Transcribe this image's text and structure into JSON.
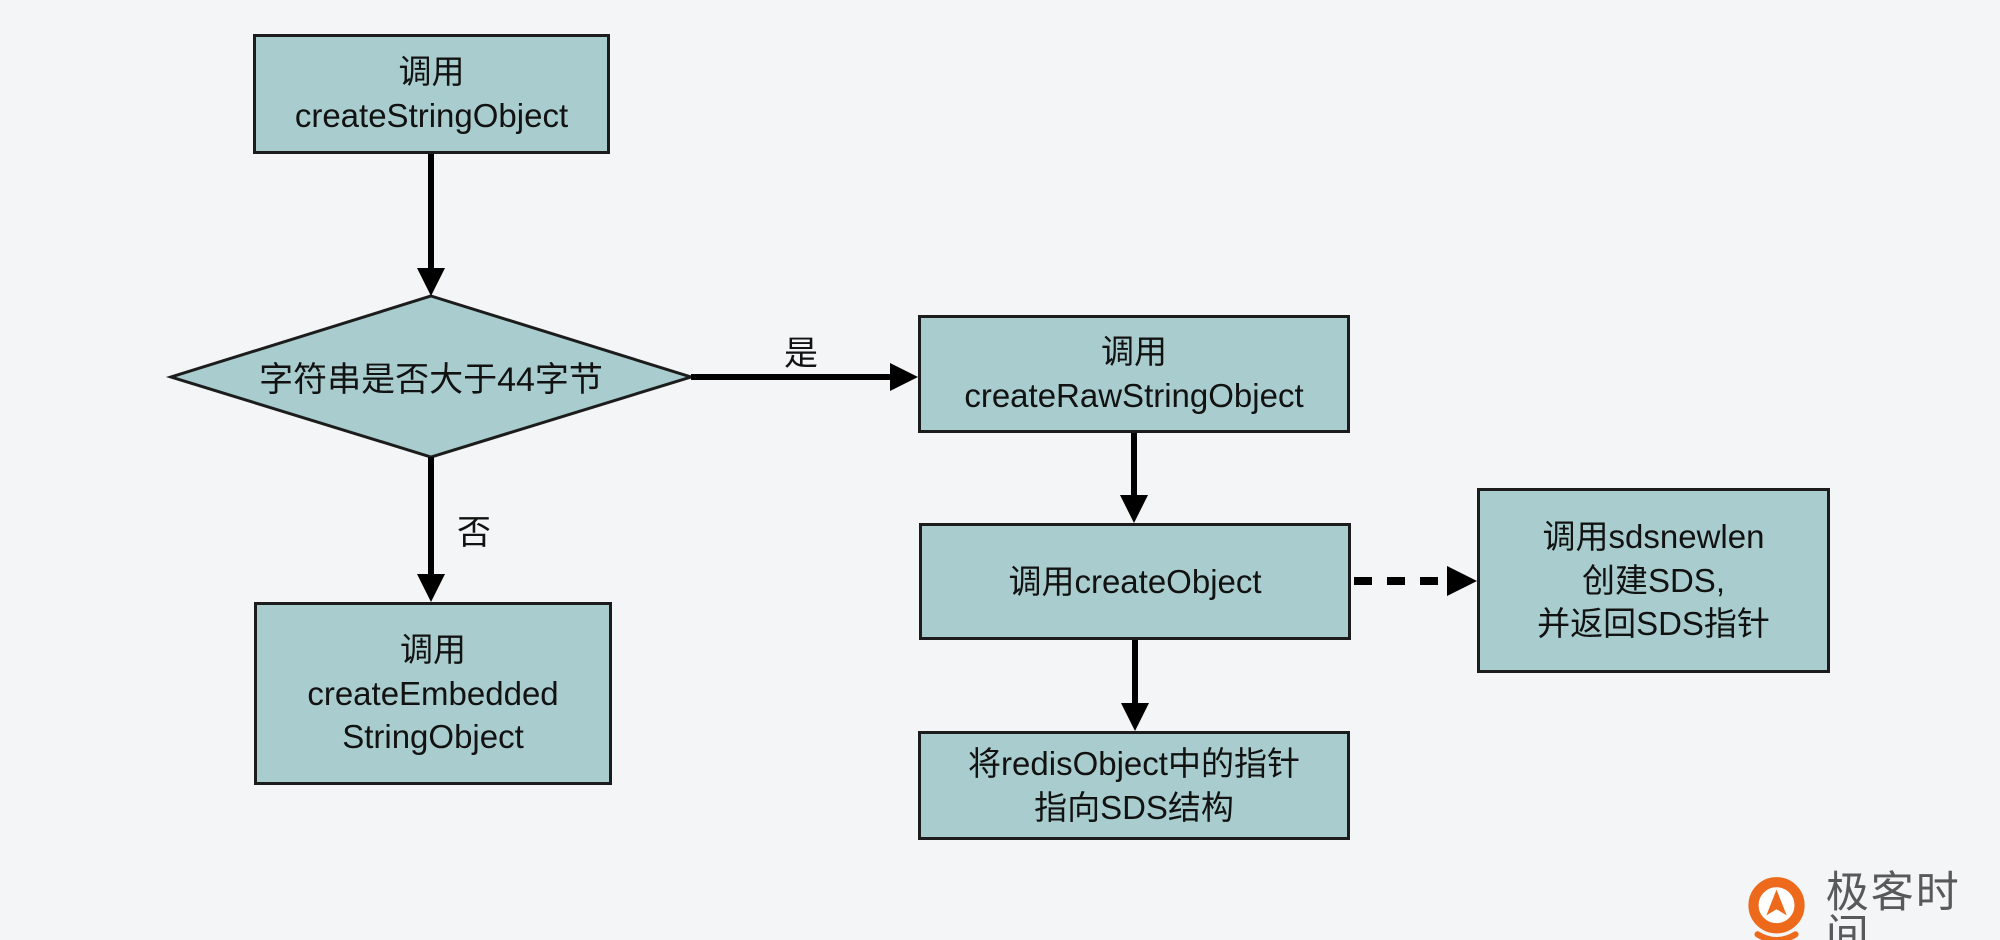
{
  "page": {
    "background_color": "#f3f5f6"
  },
  "flowchart": {
    "node_fill_color": "#a9cdce",
    "node_border_color": "#1c1c1c",
    "connector_color": "#000000",
    "nodes": {
      "create_string": {
        "label": "调用\ncreateStringObject"
      },
      "length_check": {
        "label": "字符串是否大于44字节"
      },
      "create_raw_string": {
        "label": "调用\ncreateRawStringObject"
      },
      "create_embedded_string": {
        "label": "调用\ncreateEmbedded\nStringObject"
      },
      "create_object": {
        "label": "调用createObject"
      },
      "sdsnewlen": {
        "label": "调用sdsnewlen\n创建SDS,\n并返回SDS指针"
      },
      "assign_pointer": {
        "label": "将redisObject中的指针\n指向SDS结构"
      }
    },
    "branch_labels": {
      "yes": "是",
      "no": "否"
    }
  },
  "branding": {
    "logo_text": "极客时间",
    "logo_accent_color": "#ed6a1d",
    "logo_text_color": "#57595b"
  }
}
